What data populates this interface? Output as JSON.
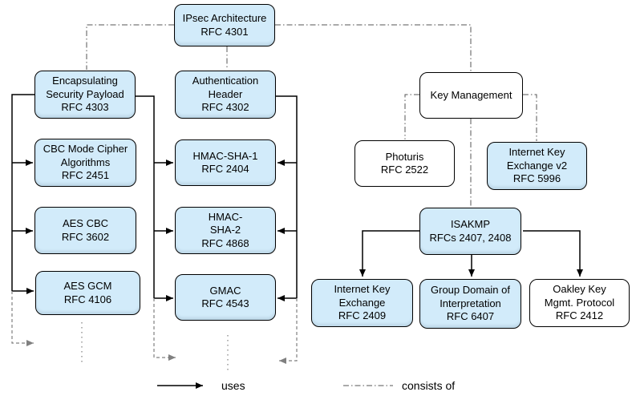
{
  "nodes": {
    "ipsec_architecture": {
      "title": "IPsec Architecture",
      "rfc": "RFC 4301"
    },
    "esp": {
      "title": "Encapsulating\nSecurity Payload",
      "rfc": "RFC 4303"
    },
    "ah": {
      "title": "Authentication\nHeader",
      "rfc": "RFC 4302"
    },
    "cbc_mode": {
      "title": "CBC Mode Cipher\nAlgorithms",
      "rfc": "RFC 2451"
    },
    "aes_cbc": {
      "title": "AES CBC",
      "rfc": "RFC 3602"
    },
    "aes_gcm": {
      "title": "AES GCM",
      "rfc": "RFC 4106"
    },
    "hmac_sha1": {
      "title": "HMAC-SHA-1",
      "rfc": "RFC 2404"
    },
    "hmac_sha2": {
      "title": "HMAC-\nSHA-2",
      "rfc": "RFC 4868"
    },
    "gmac": {
      "title": "GMAC",
      "rfc": "RFC 4543"
    },
    "key_management": {
      "title": "Key Management"
    },
    "photuris": {
      "title": "Photuris",
      "rfc": "RFC 2522"
    },
    "ikev2": {
      "title": "Internet Key\nExchange v2",
      "rfc": "RFC 5996"
    },
    "isakmp": {
      "title": "ISAKMP",
      "rfc": "RFCs 2407, 2408"
    },
    "ike": {
      "title": "Internet Key\nExchange",
      "rfc": "RFC 2409"
    },
    "gdoi": {
      "title": "Group Domain of\nInterpretation",
      "rfc": "RFC 6407"
    },
    "oakley": {
      "title": "Oakley Key\nMgmt. Protocol",
      "rfc": "RFC 2412"
    }
  },
  "legend": {
    "uses_label": "uses",
    "consists_of_label": "consists of"
  },
  "colors": {
    "node_fill": "#d2ebfa",
    "node_fill_plain": "#ffffff",
    "node_border": "#000000",
    "uses_line": "#000000",
    "consists_of_line": "#555555",
    "continuation_line": "#808080"
  }
}
